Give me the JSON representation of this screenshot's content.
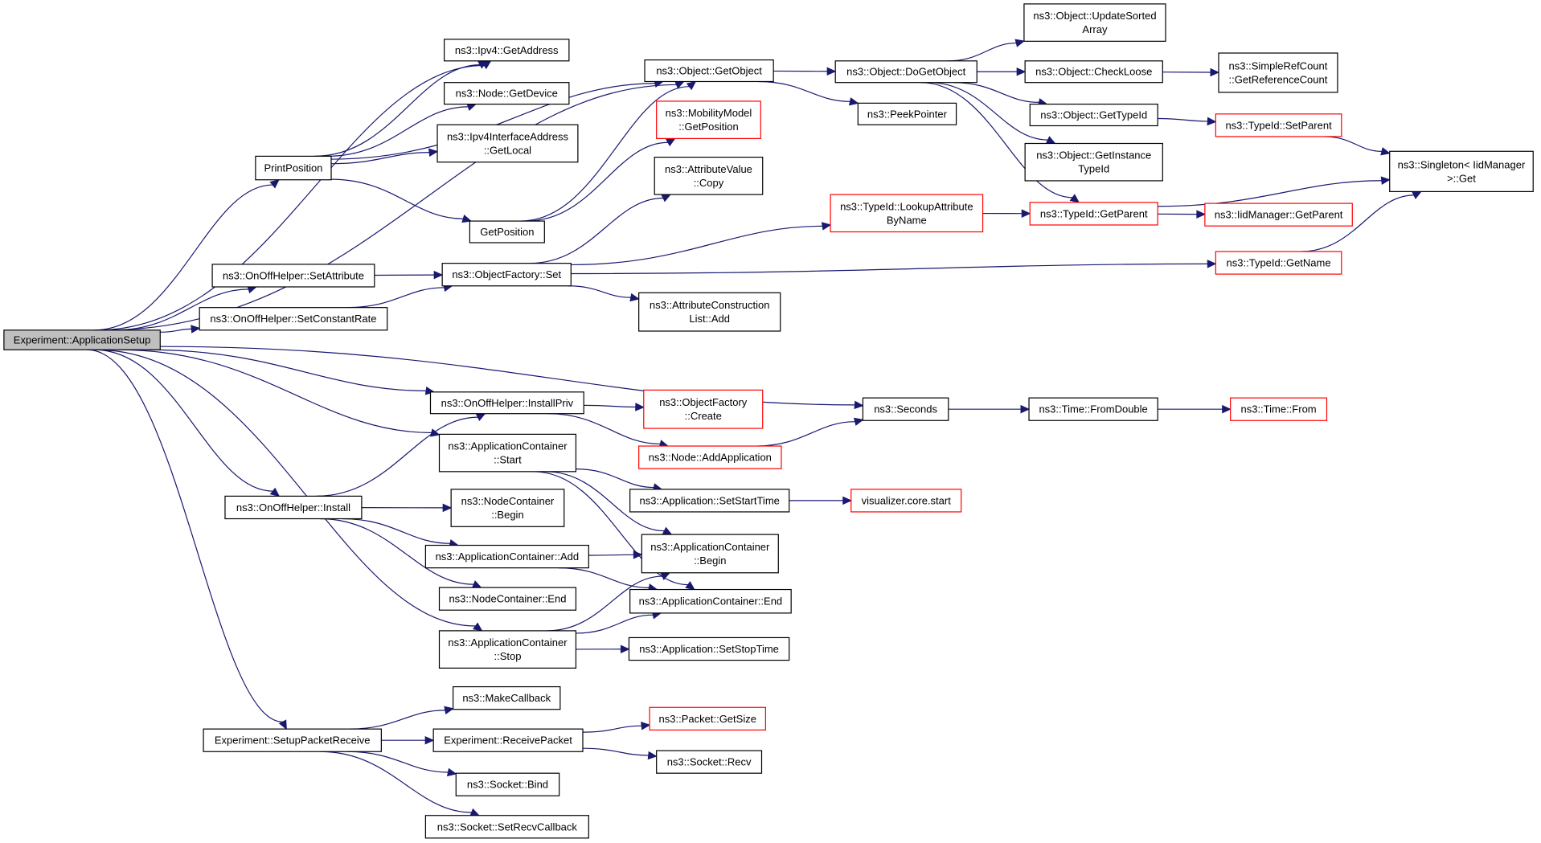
{
  "colors": {
    "edge": "#191970",
    "node_border": "#000000",
    "node_border_incomplete": "#ff0000",
    "root_fill": "#bfbfbf"
  },
  "nodes": [
    {
      "id": "root",
      "lines": [
        "Experiment::ApplicationSetup"
      ],
      "style": "root"
    },
    {
      "id": "printpos",
      "lines": [
        "PrintPosition"
      ]
    },
    {
      "id": "ipv4get",
      "lines": [
        "ns3::Ipv4::GetAddress"
      ]
    },
    {
      "id": "nodegetdev",
      "lines": [
        "ns3::Node::GetDevice"
      ]
    },
    {
      "id": "ipv4iflocal",
      "lines": [
        "ns3::Ipv4InterfaceAddress",
        "::GetLocal"
      ]
    },
    {
      "id": "getposition",
      "lines": [
        "GetPosition"
      ]
    },
    {
      "id": "getobject",
      "lines": [
        "ns3::Object::GetObject"
      ]
    },
    {
      "id": "mobility",
      "lines": [
        "ns3::MobilityModel",
        "::GetPosition"
      ],
      "style": "red"
    },
    {
      "id": "dogetobject",
      "lines": [
        "ns3::Object::DoGetObject"
      ]
    },
    {
      "id": "peekpointer",
      "lines": [
        "ns3::PeekPointer"
      ]
    },
    {
      "id": "updatesorted",
      "lines": [
        "ns3::Object::UpdateSorted",
        "Array"
      ]
    },
    {
      "id": "checkloose",
      "lines": [
        "ns3::Object::CheckLoose"
      ]
    },
    {
      "id": "gettypeid",
      "lines": [
        "ns3::Object::GetTypeId"
      ]
    },
    {
      "id": "getinstancetypeid",
      "lines": [
        "ns3::Object::GetInstance",
        "TypeId"
      ]
    },
    {
      "id": "simplerefcount",
      "lines": [
        "ns3::SimpleRefCount",
        "::GetReferenceCount"
      ]
    },
    {
      "id": "typeidsetparent",
      "lines": [
        "ns3::TypeId::SetParent"
      ],
      "style": "red"
    },
    {
      "id": "singleton",
      "lines": [
        "ns3::Singleton< IidManager",
        ">::Get"
      ]
    },
    {
      "id": "attrcopy",
      "lines": [
        "ns3::AttributeValue",
        "::Copy"
      ]
    },
    {
      "id": "lookupattr",
      "lines": [
        "ns3::TypeId::LookupAttribute",
        "ByName"
      ],
      "style": "red"
    },
    {
      "id": "typeidgetparent",
      "lines": [
        "ns3::TypeId::GetParent"
      ],
      "style": "red"
    },
    {
      "id": "iidmgrgetparent",
      "lines": [
        "ns3::IidManager::GetParent"
      ],
      "style": "red"
    },
    {
      "id": "onoffsetattr",
      "lines": [
        "ns3::OnOffHelper::SetAttribute"
      ]
    },
    {
      "id": "onoffconstrate",
      "lines": [
        "ns3::OnOffHelper::SetConstantRate"
      ]
    },
    {
      "id": "objfactoryset",
      "lines": [
        "ns3::ObjectFactory::Set"
      ]
    },
    {
      "id": "typeidgetname",
      "lines": [
        "ns3::TypeId::GetName"
      ],
      "style": "red"
    },
    {
      "id": "attrconstadd",
      "lines": [
        "ns3::AttributeConstruction",
        "List::Add"
      ]
    },
    {
      "id": "installpriv",
      "lines": [
        "ns3::OnOffHelper::InstallPriv"
      ]
    },
    {
      "id": "objfactorycreate",
      "lines": [
        "ns3::ObjectFactory",
        "::Create"
      ],
      "style": "red"
    },
    {
      "id": "seconds",
      "lines": [
        "ns3::Seconds"
      ]
    },
    {
      "id": "fromdouble",
      "lines": [
        "ns3::Time::FromDouble"
      ]
    },
    {
      "id": "timefrom",
      "lines": [
        "ns3::Time::From"
      ],
      "style": "red"
    },
    {
      "id": "appcontstart",
      "lines": [
        "ns3::ApplicationContainer",
        "::Start"
      ]
    },
    {
      "id": "nodeaddapp",
      "lines": [
        "ns3::Node::AddApplication"
      ],
      "style": "red"
    },
    {
      "id": "onoffinstall",
      "lines": [
        "ns3::OnOffHelper::Install"
      ]
    },
    {
      "id": "nodecontbegin",
      "lines": [
        "ns3::NodeContainer",
        "::Begin"
      ]
    },
    {
      "id": "appsetstart",
      "lines": [
        "ns3::Application::SetStartTime"
      ]
    },
    {
      "id": "vizstart",
      "lines": [
        "visualizer.core.start"
      ],
      "style": "red"
    },
    {
      "id": "appcontadd",
      "lines": [
        "ns3::ApplicationContainer::Add"
      ]
    },
    {
      "id": "appcontbegin",
      "lines": [
        "ns3::ApplicationContainer",
        "::Begin"
      ]
    },
    {
      "id": "nodecontend",
      "lines": [
        "ns3::NodeContainer::End"
      ]
    },
    {
      "id": "appcontend",
      "lines": [
        "ns3::ApplicationContainer::End"
      ]
    },
    {
      "id": "appcontstop",
      "lines": [
        "ns3::ApplicationContainer",
        "::Stop"
      ]
    },
    {
      "id": "appsetstop",
      "lines": [
        "ns3::Application::SetStopTime"
      ]
    },
    {
      "id": "makecallback",
      "lines": [
        "ns3::MakeCallback"
      ]
    },
    {
      "id": "setuprecv",
      "lines": [
        "Experiment::SetupPacketReceive"
      ]
    },
    {
      "id": "recvpacket",
      "lines": [
        "Experiment::ReceivePacket"
      ]
    },
    {
      "id": "packetgetsize",
      "lines": [
        "ns3::Packet::GetSize"
      ],
      "style": "red"
    },
    {
      "id": "socketrecv",
      "lines": [
        "ns3::Socket::Recv"
      ]
    },
    {
      "id": "socketbind",
      "lines": [
        "ns3::Socket::Bind"
      ]
    },
    {
      "id": "socketsetrecv",
      "lines": [
        "ns3::Socket::SetRecvCallback"
      ]
    }
  ],
  "edges": [
    [
      "root",
      "getobject"
    ],
    [
      "root",
      "ipv4get"
    ],
    [
      "root",
      "printpos"
    ],
    [
      "root",
      "onoffsetattr"
    ],
    [
      "root",
      "onoffconstrate"
    ],
    [
      "root",
      "seconds"
    ],
    [
      "root",
      "installpriv"
    ],
    [
      "root",
      "appcontstart"
    ],
    [
      "root",
      "onoffinstall"
    ],
    [
      "root",
      "appcontstop"
    ],
    [
      "root",
      "setuprecv"
    ],
    [
      "printpos",
      "ipv4get"
    ],
    [
      "printpos",
      "nodegetdev"
    ],
    [
      "printpos",
      "ipv4iflocal"
    ],
    [
      "printpos",
      "getposition"
    ],
    [
      "printpos",
      "getobject"
    ],
    [
      "getposition",
      "getobject"
    ],
    [
      "getposition",
      "mobility"
    ],
    [
      "getobject",
      "dogetobject"
    ],
    [
      "getobject",
      "peekpointer"
    ],
    [
      "dogetobject",
      "updatesorted"
    ],
    [
      "dogetobject",
      "checkloose"
    ],
    [
      "dogetobject",
      "gettypeid"
    ],
    [
      "dogetobject",
      "getinstancetypeid"
    ],
    [
      "dogetobject",
      "typeidgetparent"
    ],
    [
      "checkloose",
      "simplerefcount"
    ],
    [
      "gettypeid",
      "typeidsetparent"
    ],
    [
      "typeidsetparent",
      "singleton"
    ],
    [
      "typeidgetparent",
      "singleton"
    ],
    [
      "typeidgetparent",
      "iidmgrgetparent"
    ],
    [
      "typeidgetname",
      "singleton"
    ],
    [
      "onoffsetattr",
      "objfactoryset"
    ],
    [
      "onoffconstrate",
      "objfactoryset"
    ],
    [
      "objfactoryset",
      "attrcopy"
    ],
    [
      "objfactoryset",
      "lookupattr"
    ],
    [
      "objfactoryset",
      "typeidgetname"
    ],
    [
      "objfactoryset",
      "attrconstadd"
    ],
    [
      "lookupattr",
      "typeidgetparent"
    ],
    [
      "installpriv",
      "objfactorycreate"
    ],
    [
      "installpriv",
      "nodeaddapp"
    ],
    [
      "nodeaddapp",
      "seconds"
    ],
    [
      "seconds",
      "fromdouble"
    ],
    [
      "fromdouble",
      "timefrom"
    ],
    [
      "appcontstart",
      "appsetstart"
    ],
    [
      "appcontstart",
      "appcontbegin"
    ],
    [
      "appcontstart",
      "appcontend"
    ],
    [
      "appsetstart",
      "vizstart"
    ],
    [
      "onoffinstall",
      "installpriv"
    ],
    [
      "onoffinstall",
      "nodecontbegin"
    ],
    [
      "onoffinstall",
      "appcontadd"
    ],
    [
      "onoffinstall",
      "nodecontend"
    ],
    [
      "appcontadd",
      "appcontbegin"
    ],
    [
      "appcontadd",
      "appcontend"
    ],
    [
      "appcontstop",
      "appcontbegin"
    ],
    [
      "appcontstop",
      "appcontend"
    ],
    [
      "appcontstop",
      "appsetstop"
    ],
    [
      "setuprecv",
      "makecallback"
    ],
    [
      "setuprecv",
      "recvpacket"
    ],
    [
      "setuprecv",
      "socketbind"
    ],
    [
      "setuprecv",
      "socketsetrecv"
    ],
    [
      "recvpacket",
      "packetgetsize"
    ],
    [
      "recvpacket",
      "socketrecv"
    ]
  ]
}
